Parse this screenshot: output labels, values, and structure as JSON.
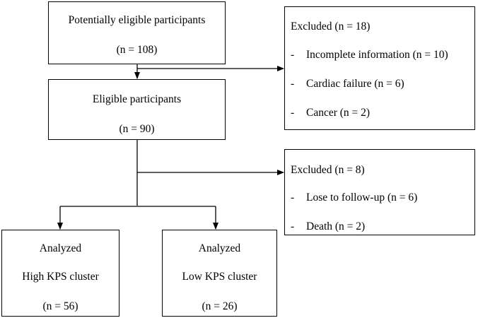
{
  "boxes": {
    "potential": {
      "title": "Potentially eligible participants",
      "count": "(n = 108)"
    },
    "eligible": {
      "title": "Eligible participants",
      "count": "(n = 90)"
    },
    "excluded_1": {
      "title": "Excluded (n = 18)",
      "items": [
        "Incomplete information (n = 10)",
        "Cardiac failure (n = 6)",
        "Cancer (n = 2)"
      ]
    },
    "excluded_2": {
      "title": "Excluded (n = 8)",
      "items": [
        "Lose to follow-up (n = 6)",
        "Death (n = 2)"
      ]
    },
    "high_kps": {
      "line1": "Analyzed",
      "line2": "High KPS cluster",
      "count": "(n = 56)"
    },
    "low_kps": {
      "line1": "Analyzed",
      "line2": "Low KPS cluster",
      "count": "(n = 26)"
    }
  },
  "bullet_char": "-"
}
